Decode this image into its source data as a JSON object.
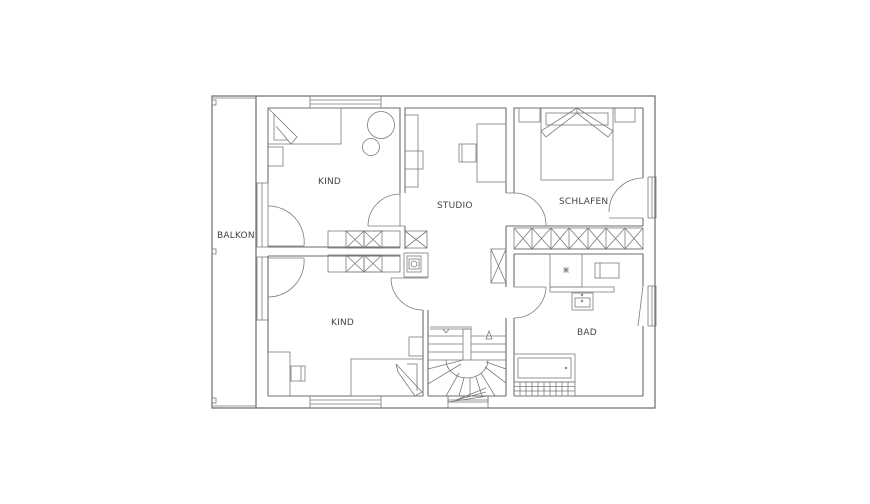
{
  "rooms": {
    "kind_top": "KIND",
    "studio": "STUDIO",
    "schlafen": "SCHLAFEN",
    "balkon": "BALKON",
    "kind_bottom": "KIND",
    "bad": "BAD"
  }
}
